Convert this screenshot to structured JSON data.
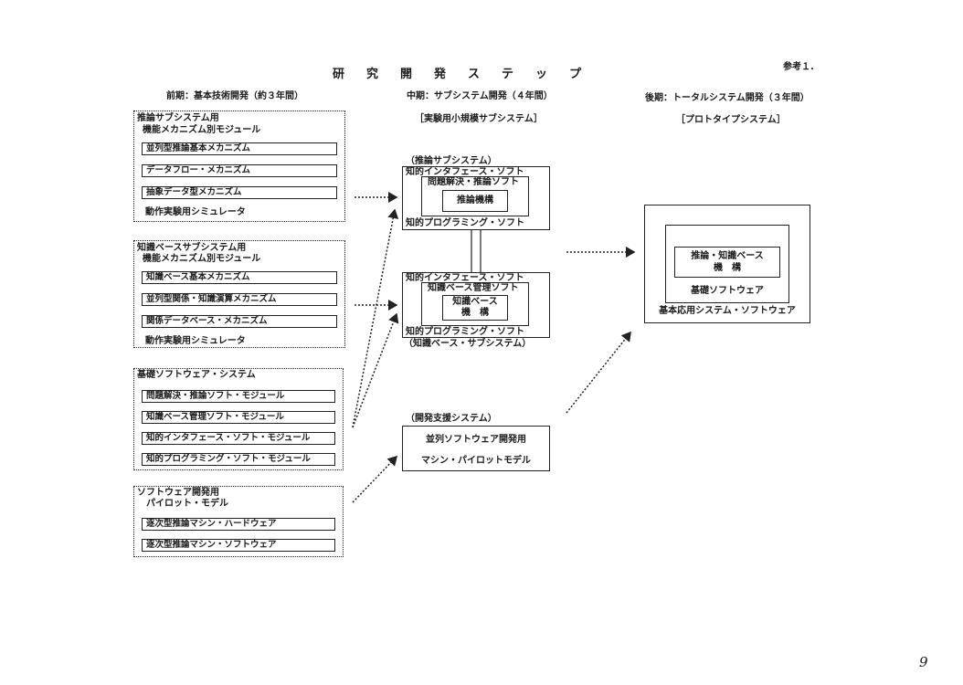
{
  "header": {
    "ref": "参考１.",
    "title": "研究開発ステップ"
  },
  "columns": {
    "early": {
      "label": "前期：基本技術開発（約３年間）"
    },
    "middle": {
      "label": "中期：サブシステム開発（４年間）",
      "sub": "［実験用小規模サブシステム］"
    },
    "late": {
      "label": "後期：トータルシステム開発（３年間）",
      "sub": "［プロトタイプシステム］"
    }
  },
  "left_groups": {
    "inference": {
      "title1": "推論サブシステム用",
      "title2": "機能メカニズム別モジュール",
      "items": [
        "並列型推論基本メカニズム",
        "データフロー・メカニズム",
        "抽象データ型メカニズム"
      ],
      "footer": "動作実験用シミュレータ"
    },
    "knowledge": {
      "title1": "知識ベースサブシステム用",
      "title2": "機能メカニズム別モジュール",
      "items": [
        "知識ベース基本メカニズム",
        "並列型関係・知識演算メカニズム",
        "関係データベース・メカニズム"
      ],
      "footer": "動作実験用シミュレータ"
    },
    "software": {
      "title1": "基礎ソフトウェア・システム",
      "items": [
        "問題解決・推論ソフト・モジュール",
        "知識ベース管理ソフト・モジュール",
        "知的インタフェース・ソフト・モジュール",
        "知的プログラミング・ソフト・モジュール"
      ]
    },
    "dev": {
      "title1": "ソフトウェア開発用",
      "title2": "パイロット・モデル",
      "items": [
        "逐次型推論マシン・ハードウェア",
        "逐次型推論マシン・ソフトウェア"
      ]
    }
  },
  "middle_blocks": {
    "inference_sub": {
      "caption": "（推論サブシステム）",
      "top": "知的インタフェース・ソフト",
      "mid": "問題解決・推論ソフト",
      "core": "推論機構",
      "bottom": "知的プログラミング・ソフト"
    },
    "knowledge_sub": {
      "top": "知的インタフェース・ソフト",
      "mid": "知識ベース管理ソフト",
      "core1": "知識ベース",
      "core2": "機　構",
      "bottom": "知的プログラミング・ソフト",
      "caption": "（知識ベース・サブシステム）"
    },
    "support": {
      "caption": "（開発支援システム）",
      "line1": "並列ソフトウェア開発用",
      "line2": "マシン・パイロットモデル"
    }
  },
  "right_block": {
    "core1": "推論・知識ベース",
    "core2": "機　構",
    "mid": "基礎ソフトウェア",
    "outer": "基本応用システム・ソフトウェア"
  },
  "page_number": "9"
}
